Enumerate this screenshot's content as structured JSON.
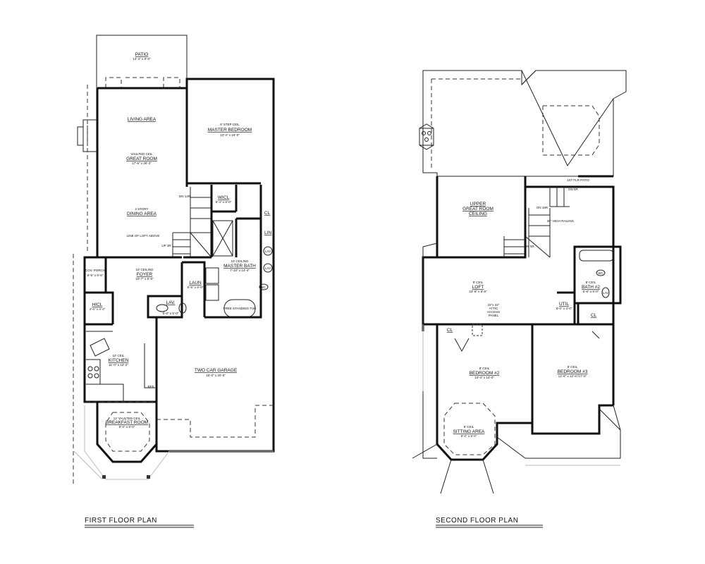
{
  "first_floor": {
    "title": "FIRST FLOOR PLAN",
    "patio": {
      "name": "PATIO",
      "size": "14'-4\" x 8'-0\""
    },
    "living": {
      "name": "LIVING AREA"
    },
    "great_room": {
      "note": "VAULTED CEIL",
      "name": "GREAT ROOM",
      "size": "17'-6\" x 26'-2\""
    },
    "dining": {
      "note": "2 STORY",
      "name": "DINING AREA"
    },
    "loft_line": "LINE OF LOFT ABOVE",
    "master_bedroom": {
      "note": "8' STEP CEIL",
      "name": "MASTER BEDROOM",
      "size": "13'-4\" x 16'-0\""
    },
    "wicl": {
      "name": "WICL",
      "size": "5'-4\" x 6'-0\""
    },
    "cl": "CL",
    "lin": "LIN",
    "lav_sink": "LAV",
    "wc": "WC",
    "master_bath": {
      "note": "10' CEILING",
      "name": "MASTER BATH",
      "size": "7'-10\" x 14'-4\""
    },
    "tub": "FREE STANDING TUB",
    "foyer": {
      "note": "10' CEILING",
      "name": "FOYER",
      "size": "10'-7\" x 5'-6\""
    },
    "porch": {
      "name": "COV. PORCH",
      "size": "6'-5\" x 5'-6\""
    },
    "laun": {
      "name": "LAUN",
      "size": "5'-6\" x 9'-0\""
    },
    "lav": {
      "name": "LAV.",
      "size": "6'-0\" x 5'-0\""
    },
    "hicl": {
      "name": "HICL",
      "size": "4'-0\" x 4'-2\""
    },
    "kitchen": {
      "note": "10' CEIL",
      "name": "KITCHEN",
      "size": "11'-0\" x 12'-3\""
    },
    "ref": "REF",
    "breakfast": {
      "note": "12' VAULTED CEIL",
      "name": "BREAKFAST ROOM",
      "size": "9'-0\" x 9'-0\""
    },
    "garage": {
      "name": "TWO CAR GARAGE",
      "size": "18'-0\" x 20'-0\""
    },
    "stair_dn": "DN 14R",
    "stair_up": "UP 3R"
  },
  "second_floor": {
    "title": "SECOND FLOOR PLAN",
    "upper_great_room": {
      "line1": "UPPER",
      "line2": "GREAT ROOM",
      "line3": "CEILING"
    },
    "patio_roof": "1ST FLR PATIO",
    "stair_dn1": "DN 5R",
    "stair_dn2": "DN 5R",
    "stair_on": "ON 16R",
    "railing": "36\" HIGH RAILING",
    "loft": {
      "note": "8' CEIL",
      "name": "LOFT",
      "size": "23'-6\" x 9'-6\""
    },
    "attic": {
      "line1": "22\"x 22\"",
      "line2": "ATTIC",
      "line3": "ACCESS",
      "line4": "PANEL"
    },
    "util": {
      "name": "UTIL",
      "size": "5'-0\" x 4'-0\""
    },
    "bath2": {
      "note": "8' CEIL",
      "name": "BATH #2",
      "size": "5'-6\" x 9'-0\""
    },
    "wc": "WC",
    "lav": "LAV",
    "cl": "CL",
    "bedroom2": {
      "note": "8' CEIL",
      "name": "BEDROOM #2",
      "size": "14'-4\" x 14'-0\""
    },
    "bedroom3": {
      "note": "8' CEIL",
      "name": "BEDROOM #3",
      "size": "12'-8\" x 12'-6\"/17'-6\""
    },
    "sitting": {
      "note": "9' CEIL",
      "name": "SITTING AREA",
      "size": "9'-0\" x 9'-0\""
    }
  }
}
